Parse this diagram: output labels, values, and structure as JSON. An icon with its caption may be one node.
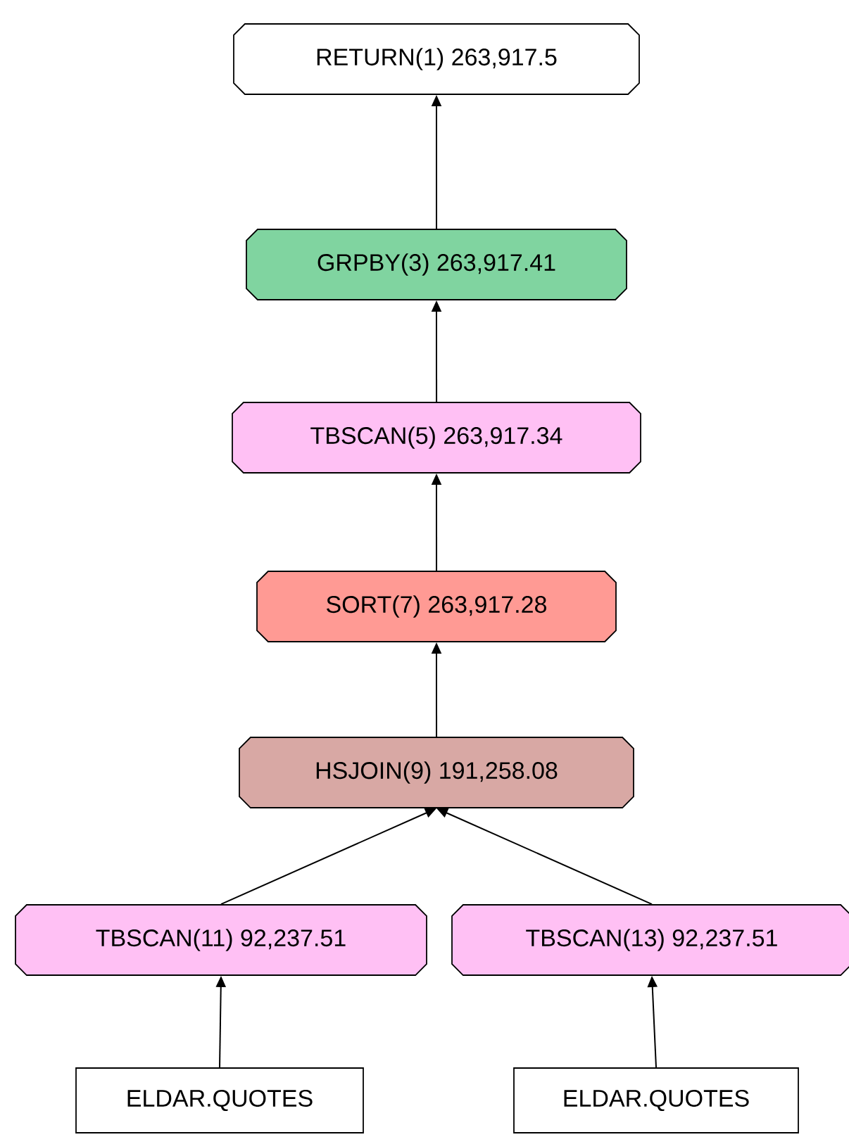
{
  "diagram": {
    "nodes": [
      {
        "text": [
          "RETURN(1) 263,917.5"
        ]
      },
      {
        "text": [
          "GRPBY(3) 263,917.41"
        ]
      },
      {
        "text": [
          "TBSCAN(5) 263,917.34"
        ]
      },
      {
        "text": [
          "SORT(7) 263,917.28"
        ]
      },
      {
        "text": [
          "HSJOIN(9) 191,258.08"
        ]
      },
      {
        "text": [
          "TBSCAN(11) 92,237.51"
        ]
      },
      {
        "text": [
          "TBSCAN(13) 92,237.51"
        ]
      },
      {
        "text": [
          "ELDAR.QUOTES"
        ]
      },
      {
        "text": [
          "ELDAR.QUOTES"
        ]
      }
    ],
    "edges": [
      {
        "from": 1,
        "to": 0,
        "arrow": "to"
      },
      {
        "from": 2,
        "to": 1,
        "arrow": "to"
      },
      {
        "from": 3,
        "to": 2,
        "arrow": "to"
      },
      {
        "from": 4,
        "to": 3,
        "arrow": "to"
      },
      {
        "from": 5,
        "to": 4,
        "arrow": "to"
      },
      {
        "from": 6,
        "to": 4,
        "arrow": "to"
      },
      {
        "from": 7,
        "to": 5,
        "arrow": "to"
      },
      {
        "from": 8,
        "to": 6,
        "arrow": "to"
      }
    ]
  }
}
